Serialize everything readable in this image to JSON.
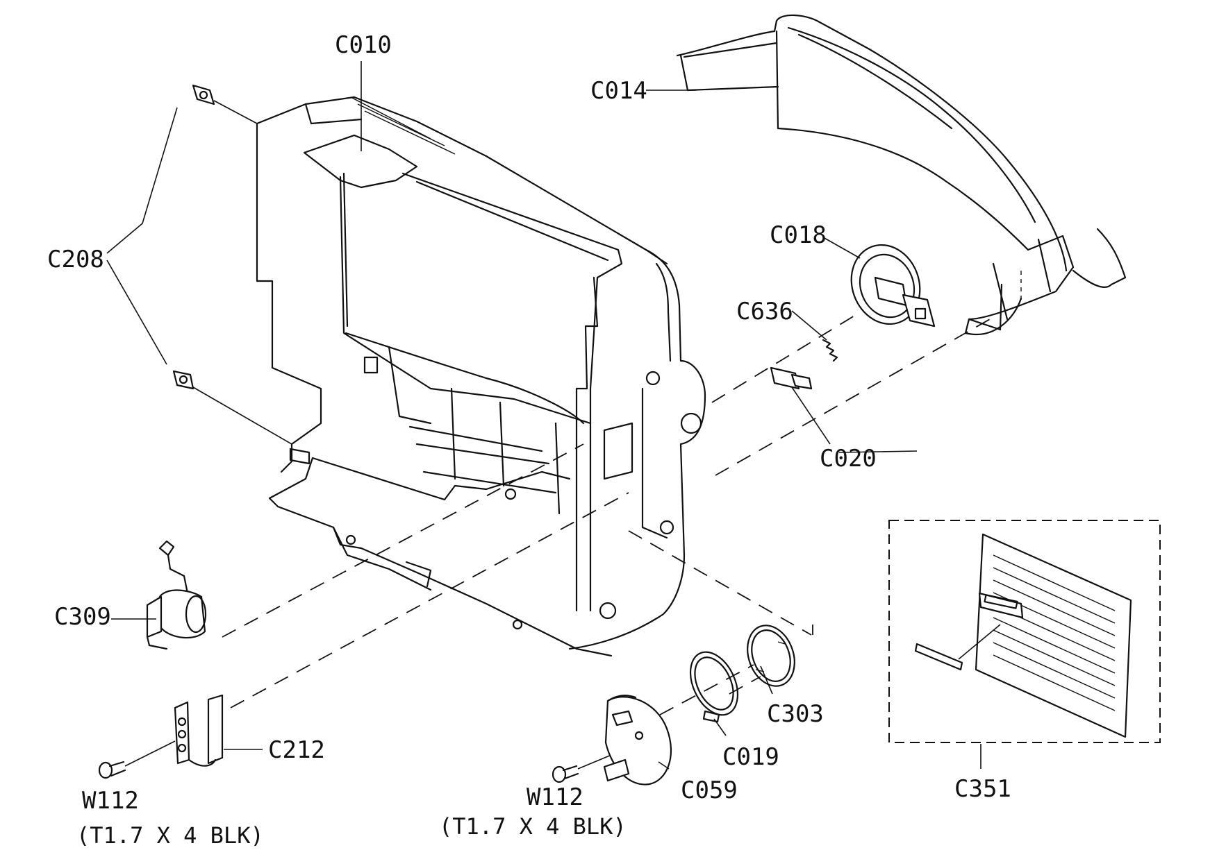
{
  "labels": {
    "c010": "C010",
    "c014": "C014",
    "c208": "C208",
    "c018": "C018",
    "c636": "C636",
    "c020": "C020",
    "c309": "C309",
    "c212": "C212",
    "c059": "C059",
    "c019": "C019",
    "c303": "C303",
    "c351": "C351",
    "w112_left": "W112",
    "w112_left_spec": "(T1.7 X 4 BLK)",
    "w112_right": "W112",
    "w112_right_spec": "(T1.7 X 4 BLK)"
  }
}
